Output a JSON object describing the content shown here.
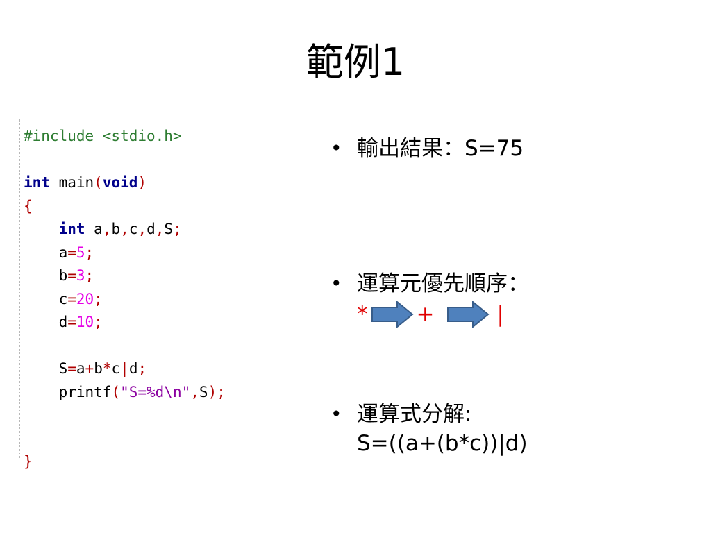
{
  "slide": {
    "title": "範例1"
  },
  "code": {
    "lines": [
      {
        "tokens": [
          {
            "t": "#include <stdio.h>",
            "c": "pre"
          }
        ]
      },
      {
        "tokens": []
      },
      {
        "tokens": [
          {
            "t": "int",
            "c": "kw"
          },
          {
            "t": " main",
            "c": "id"
          },
          {
            "t": "(",
            "c": "pun"
          },
          {
            "t": "void",
            "c": "kw"
          },
          {
            "t": ")",
            "c": "pun"
          }
        ]
      },
      {
        "tokens": [
          {
            "t": "{",
            "c": "brace"
          }
        ]
      },
      {
        "tokens": [
          {
            "t": "    ",
            "c": "id"
          },
          {
            "t": "int",
            "c": "kw"
          },
          {
            "t": " a",
            "c": "id"
          },
          {
            "t": ",",
            "c": "pun"
          },
          {
            "t": "b",
            "c": "id"
          },
          {
            "t": ",",
            "c": "pun"
          },
          {
            "t": "c",
            "c": "id"
          },
          {
            "t": ",",
            "c": "pun"
          },
          {
            "t": "d",
            "c": "id"
          },
          {
            "t": ",",
            "c": "pun"
          },
          {
            "t": "S",
            "c": "id"
          },
          {
            "t": ";",
            "c": "pun"
          }
        ]
      },
      {
        "tokens": [
          {
            "t": "    a",
            "c": "id"
          },
          {
            "t": "=",
            "c": "op"
          },
          {
            "t": "5",
            "c": "num"
          },
          {
            "t": ";",
            "c": "pun"
          }
        ]
      },
      {
        "tokens": [
          {
            "t": "    b",
            "c": "id"
          },
          {
            "t": "=",
            "c": "op"
          },
          {
            "t": "3",
            "c": "num"
          },
          {
            "t": ";",
            "c": "pun"
          }
        ]
      },
      {
        "tokens": [
          {
            "t": "    c",
            "c": "id"
          },
          {
            "t": "=",
            "c": "op"
          },
          {
            "t": "20",
            "c": "num"
          },
          {
            "t": ";",
            "c": "pun"
          }
        ]
      },
      {
        "tokens": [
          {
            "t": "    d",
            "c": "id"
          },
          {
            "t": "=",
            "c": "op"
          },
          {
            "t": "10",
            "c": "num"
          },
          {
            "t": ";",
            "c": "pun"
          }
        ]
      },
      {
        "tokens": []
      },
      {
        "tokens": [
          {
            "t": "    S",
            "c": "id"
          },
          {
            "t": "=",
            "c": "op"
          },
          {
            "t": "a",
            "c": "id"
          },
          {
            "t": "+",
            "c": "op"
          },
          {
            "t": "b",
            "c": "id"
          },
          {
            "t": "*",
            "c": "op"
          },
          {
            "t": "c",
            "c": "id"
          },
          {
            "t": "|",
            "c": "op"
          },
          {
            "t": "d",
            "c": "id"
          },
          {
            "t": ";",
            "c": "pun"
          }
        ]
      },
      {
        "tokens": [
          {
            "t": "    printf",
            "c": "id"
          },
          {
            "t": "(",
            "c": "pun"
          },
          {
            "t": "\"S=%d\\n\"",
            "c": "str"
          },
          {
            "t": ",",
            "c": "pun"
          },
          {
            "t": "S",
            "c": "id"
          },
          {
            "t": ")",
            "c": "pun"
          },
          {
            "t": ";",
            "c": "pun"
          }
        ]
      },
      {
        "tokens": []
      },
      {
        "tokens": []
      },
      {
        "tokens": [
          {
            "t": "}",
            "c": "brace"
          }
        ]
      }
    ]
  },
  "bullets": {
    "output": {
      "label": "輸出結果：S=75"
    },
    "precedence": {
      "label": "運算元優先順序：",
      "op1": "*",
      "op2": "+",
      "op3": "|",
      "arrow_color": "#4f81bd"
    },
    "decompose": {
      "label": "運算式分解:",
      "expr": "S=((a+(b*c))|d)"
    },
    "dot": "•"
  },
  "colors": {
    "red": "#e00000",
    "arrow_fill": "#4f81bd",
    "arrow_stroke": "#385d8a"
  }
}
